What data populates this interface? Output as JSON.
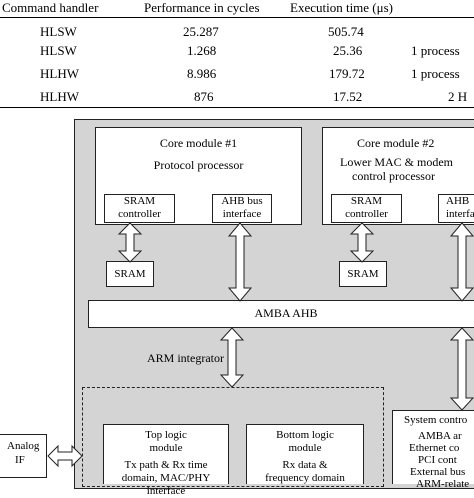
{
  "table": {
    "headers": [
      "Command handler",
      "Performance in cycles",
      "Execution time (μs)",
      ""
    ],
    "rows": [
      [
        "HLSW",
        "25.287",
        "505.74",
        ""
      ],
      [
        "HLSW",
        "1.268",
        "25.36",
        "1 process"
      ],
      [
        "HLHW",
        "8.986",
        "179.72",
        "1 process"
      ],
      [
        "HLHW",
        "876",
        "17.52",
        "2 H"
      ]
    ]
  },
  "diagram": {
    "core1": {
      "title": "Core module #1",
      "subtitle": "Protocol processor"
    },
    "core2": {
      "title": "Core module #2",
      "subtitle_line1": "Lower MAC & modem",
      "subtitle_line2": "control processor"
    },
    "sram_controller_1": [
      "SRAM",
      "controller"
    ],
    "ahb_interface_1": [
      "AHB bus",
      "interface"
    ],
    "sram_controller_2": [
      "SRAM",
      "controller"
    ],
    "ahb_interface_2": [
      "AHB",
      "interfa"
    ],
    "sram_1": "SRAM",
    "sram_2": "SRAM",
    "amba_ahb": "AMBA AHB",
    "arm_integrator": "ARM integrator",
    "top_logic": {
      "line1": "Top logic",
      "line2": "module",
      "line3": "Tx path & Rx time",
      "line4": "domain, MAC/PHY",
      "line5": "interface"
    },
    "bottom_logic": {
      "line1": "Bottom logic",
      "line2": "module",
      "line3": "Rx data &",
      "line4": "frequency domain"
    },
    "system_controller": {
      "title": "System contro",
      "line1": "AMBA ar",
      "line2": "Ethernet co",
      "line3": "PCI cont",
      "line4": "External bus",
      "line5": "ARM-relate"
    },
    "analog_if": [
      "Analog",
      "IF"
    ]
  },
  "colors": {
    "board_fill": "#d4d4d4",
    "box_fill": "#ffffff",
    "line": "#222222"
  }
}
